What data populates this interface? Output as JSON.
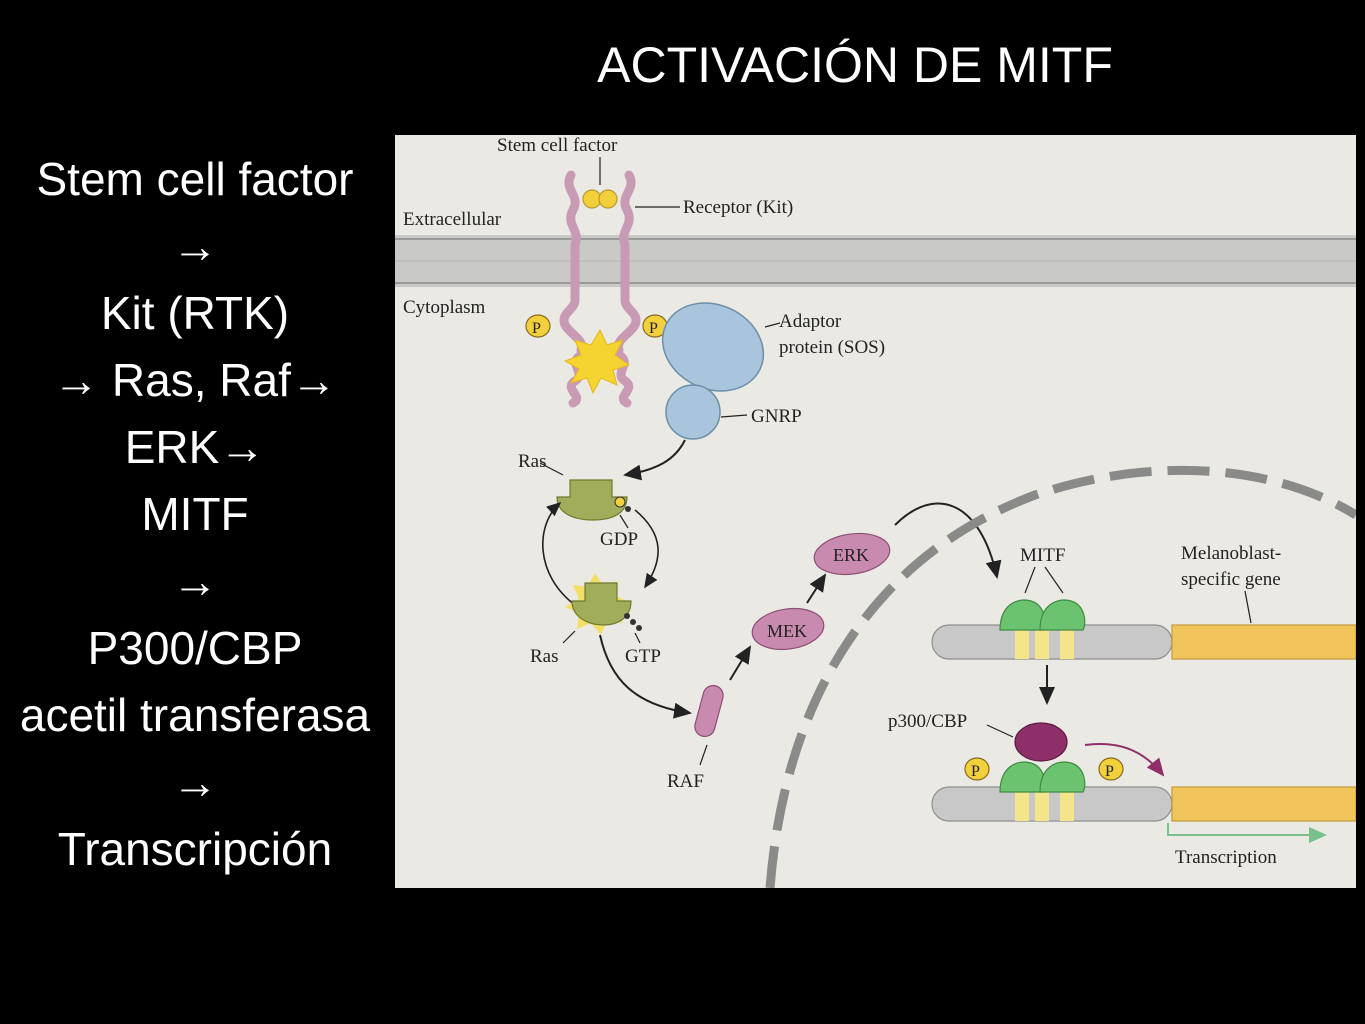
{
  "slide": {
    "title": "ACTIVACIÓN DE MITF",
    "pathway_lines": [
      "Stem cell factor",
      "→",
      "Kit (RTK)",
      "→ Ras, Raf→",
      "ERK→",
      "MITF",
      "→",
      "P300/CBP",
      "acetil transferasa",
      "→",
      "Transcripción"
    ]
  },
  "figure": {
    "labels": {
      "stem_cell_factor": "Stem cell factor",
      "receptor": "Receptor (Kit)",
      "extracellular": "Extracellular",
      "cytoplasm": "Cytoplasm",
      "adaptor_1": "Adaptor",
      "adaptor_2": "protein (SOS)",
      "gnrp": "GNRP",
      "ras_top": "Ras",
      "gdp": "GDP",
      "ras_bottom": "Ras",
      "gtp": "GTP",
      "erk": "ERK",
      "mek": "MEK",
      "raf": "RAF",
      "mitf": "MITF",
      "melanoblast_1": "Melanoblast-",
      "melanoblast_2": "specific gene",
      "p300": "p300/CBP",
      "transcription": "Transcription",
      "phospho": "P"
    },
    "colors": {
      "background": "#ebe9e4",
      "membrane": "#c9c9c7",
      "receptor": "#c89ab4",
      "ligand": "#f2d03b",
      "adaptor": "#a9c5de",
      "ras": "#a2ad5c",
      "kinase": "#c98ab0",
      "mitf": "#6cc36f",
      "p300": "#8e2f69",
      "dna": "#c8c8c8",
      "gene": "#f2c45c",
      "transcript": "#79c08a"
    }
  }
}
